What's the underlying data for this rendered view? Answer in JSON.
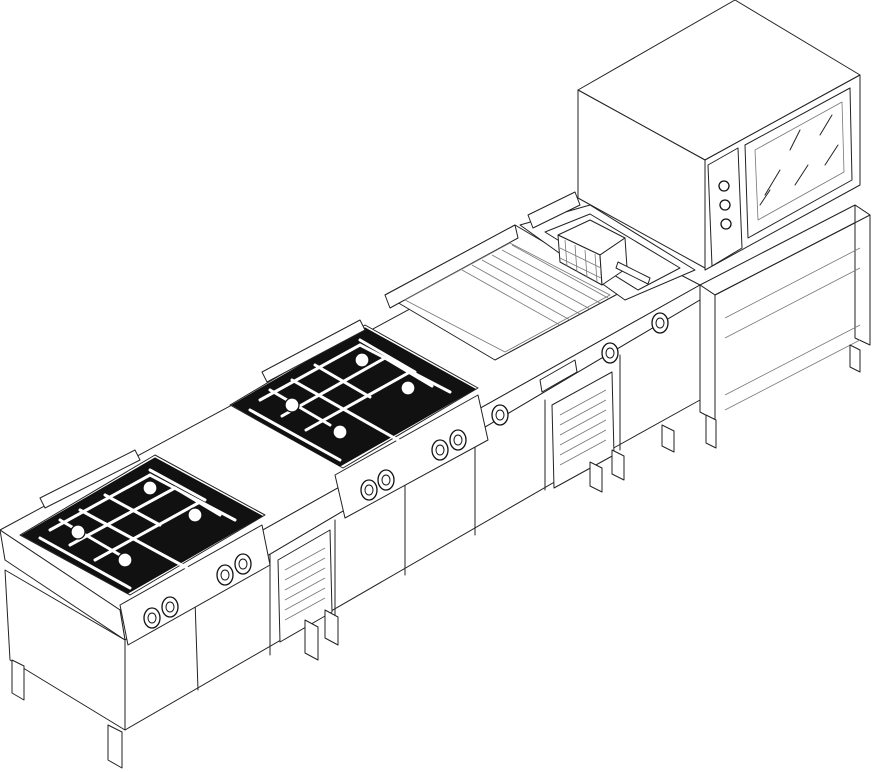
{
  "drawing": {
    "subject": "",
    "modules": [
      {
        "id": "cooktop-left",
        "kind": "gas-range",
        "burners": 4,
        "knobs": 4
      },
      {
        "id": "cooktop-right",
        "kind": "gas-range",
        "burners": 4,
        "knobs": 4
      },
      {
        "id": "griddle",
        "kind": "griddle",
        "knobs": 1
      },
      {
        "id": "fryer",
        "kind": "fryer",
        "knobs": 1
      },
      {
        "id": "oven",
        "kind": "convection-oven",
        "knobs": 3
      }
    ]
  }
}
